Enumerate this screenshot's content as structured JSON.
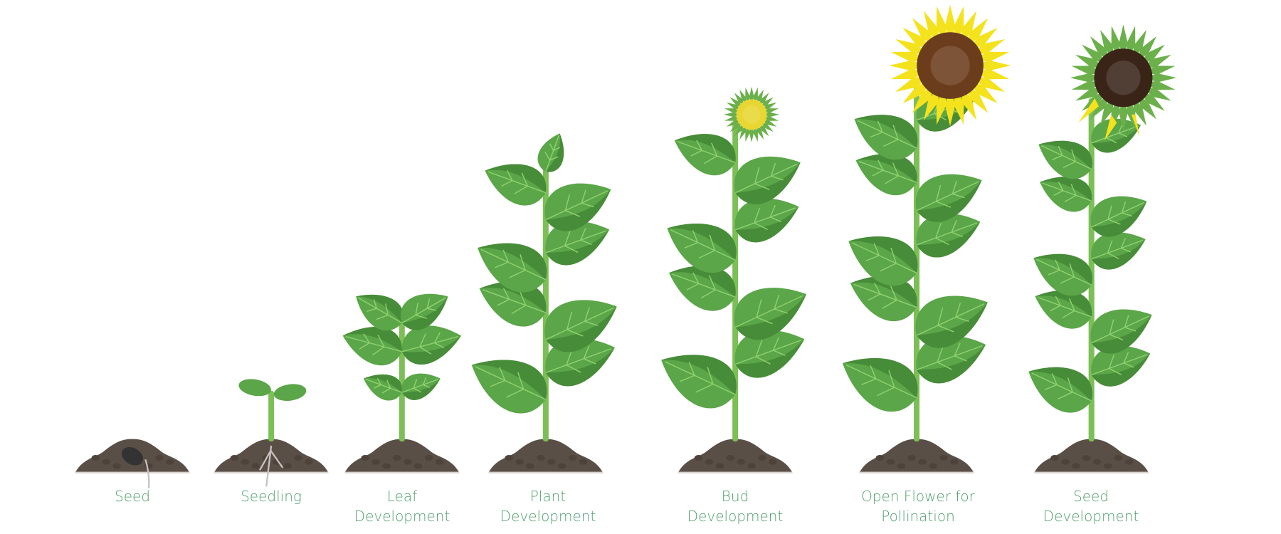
{
  "colors": {
    "label": "#4f9e6c",
    "leaf": "#5aa648",
    "leaf_dark": "#478c38",
    "stem": "#7cbf56",
    "soil": "#5a4f46",
    "petal": "#f4e21c",
    "disk": "#6b3d1c",
    "seed_disk": "#3a2418"
  },
  "stages": [
    {
      "label_line1": "Seed",
      "label_line2": ""
    },
    {
      "label_line1": "Seedling",
      "label_line2": ""
    },
    {
      "label_line1": "Leaf",
      "label_line2": "Development"
    },
    {
      "label_line1": "Plant",
      "label_line2": "Development"
    },
    {
      "label_line1": "Bud",
      "label_line2": "Development"
    },
    {
      "label_line1": "Open Flower for",
      "label_line2": "Pollination"
    },
    {
      "label_line1": "Seed",
      "label_line2": "Development"
    }
  ]
}
